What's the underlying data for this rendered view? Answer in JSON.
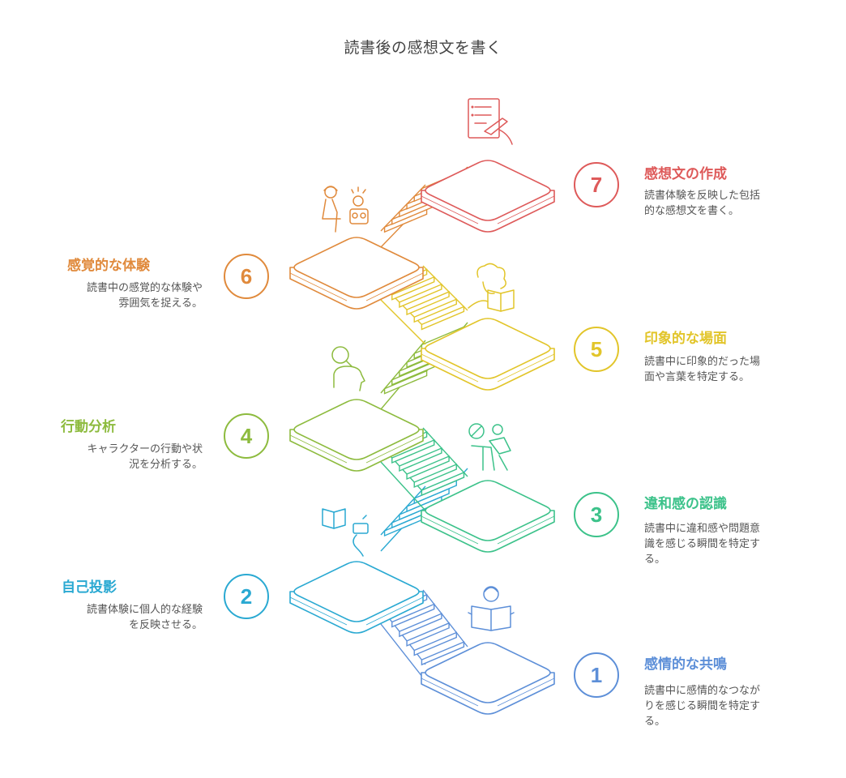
{
  "title": "読書後の感想文を書く",
  "steps": [
    {
      "number": "1",
      "title": "感情的な共鳴",
      "description": "読書中に感情的なつなが\nりを感じる瞬間を特定す\nる。",
      "color": "#5d8fd8"
    },
    {
      "number": "2",
      "title": "自己投影",
      "description": "読書体験に個人的な経験\nを反映させる。",
      "color": "#2aa9d2"
    },
    {
      "number": "3",
      "title": "違和感の認識",
      "description": "読書中に違和感や問題意\n識を感じる瞬間を特定す\nる。",
      "color": "#3cc28a"
    },
    {
      "number": "4",
      "title": "行動分析",
      "description": "キャラクターの行動や状\n況を分析する。",
      "color": "#8dbb3e"
    },
    {
      "number": "5",
      "title": "印象的な場面",
      "description": "読書中に印象的だった場\n面や言葉を特定する。",
      "color": "#e2c52a"
    },
    {
      "number": "6",
      "title": "感覚的な体験",
      "description": "読書中の感覚的な体験や\n雰囲気を捉える。",
      "color": "#e08a3c"
    },
    {
      "number": "7",
      "title": "感想文の作成",
      "description": "読書体験を反映した包括\n的な感想文を書く。",
      "color": "#de5a5a"
    }
  ],
  "icons": [
    "reading-person-icon",
    "book-and-speech-icon",
    "prohibited-reading-icon",
    "thinking-head-icon",
    "curly-hair-reader-icon",
    "presenter-audience-icon",
    "writing-document-icon"
  ]
}
